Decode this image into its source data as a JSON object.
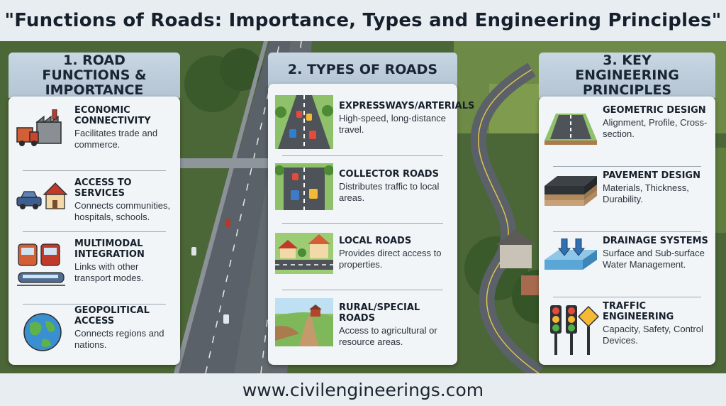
{
  "title": "\"Functions of Roads: Importance, Types and Engineering Principles\"",
  "footer": "www.civilengineerings.com",
  "panels": [
    {
      "heading": "1. ROAD FUNCTIONS & IMPORTANCE",
      "items": [
        {
          "title": "ECONOMIC CONNECTIVITY",
          "desc": "Facilitates trade and commerce.",
          "icon": "factory-truck-icon"
        },
        {
          "title": "ACCESS TO SERVICES",
          "desc": "Connects communities, hospitals, schools.",
          "icon": "car-house-icon"
        },
        {
          "title": "MULTIMODAL INTEGRATION",
          "desc": "Links with other transport modes.",
          "icon": "bus-train-icon"
        },
        {
          "title": "GEOPOLITICAL ACCESS",
          "desc": "Connects regions and nations.",
          "icon": "globe-icon"
        }
      ]
    },
    {
      "heading": "2. TYPES OF ROADS",
      "items": [
        {
          "title": "EXPRESSWAYS/ARTERIALS",
          "desc": "High-speed, long-distance travel.",
          "icon": "expressway-icon"
        },
        {
          "title": "COLLECTOR ROADS",
          "desc": "Distributes traffic to local areas.",
          "icon": "collector-road-icon"
        },
        {
          "title": "LOCAL ROADS",
          "desc": "Provides direct access to properties.",
          "icon": "local-road-icon"
        },
        {
          "title": "RURAL/SPECIAL ROADS",
          "desc": "Access to agricultural or resource areas.",
          "icon": "rural-road-icon"
        }
      ]
    },
    {
      "heading": "3. KEY ENGINEERING PRINCIPLES",
      "items": [
        {
          "title": "GEOMETRIC DESIGN",
          "desc": "Alignment, Profile, Cross-section.",
          "icon": "road-geometry-icon"
        },
        {
          "title": "PAVEMENT DESIGN",
          "desc": "Materials, Thickness, Durability.",
          "icon": "pavement-layers-icon"
        },
        {
          "title": "DRAINAGE SYSTEMS",
          "desc": "Surface and Sub-surface Water Management.",
          "icon": "drainage-icon"
        },
        {
          "title": "TRAFFIC ENGINEERING",
          "desc": "Capacity, Safety, Control Devices.",
          "icon": "traffic-light-icon"
        }
      ]
    }
  ]
}
